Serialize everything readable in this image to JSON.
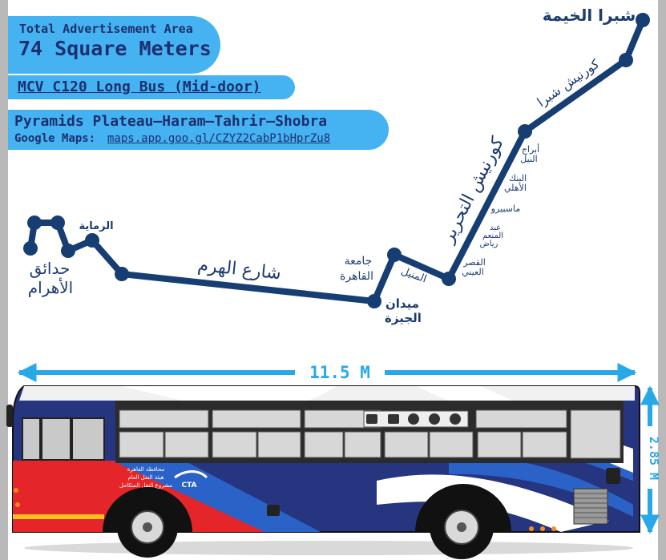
{
  "colors": {
    "route_line": "#173e72",
    "pill_bg": "#45b3f2",
    "dimension": "#29a8e8",
    "bus_navy": "#26357f",
    "bus_red": "#e4262a",
    "bus_blue": "#2a62c8"
  },
  "info": {
    "area_title": "Total Advertisement Area",
    "area_value": "74 Square Meters",
    "bus_model": "MCV C120 Long Bus (Mid-door)",
    "route_name": "Pyramids Plateau–Haram–Tahrir–Shobra",
    "maps_label": "Google Maps:",
    "maps_url": "maps.app.goo.gl/CZYZ2CabP1bHprZu8"
  },
  "map": {
    "stops": {
      "shubra_khaima": "شبرا الخيمة",
      "corniche_shubra": "كورنيش شبرا",
      "corniche_tahrir": "كورنيش التحرير",
      "nile_towers_1": "أبراج",
      "nile_towers_2": "النيل",
      "ahly_bank_1": "البنك",
      "ahly_bank_2": "الأهلي",
      "maspero": "ماسبيرو",
      "abdel_moneim_1": "عبد",
      "abdel_moneim_2": "المنعم",
      "abdel_moneim_3": "رياض",
      "qasr_aini_1": "القصر",
      "qasr_aini_2": "العيني",
      "manial": "المنيل",
      "cairo_univ_1": "جامعة",
      "cairo_univ_2": "القاهرة",
      "giza_square_1": "ميدان",
      "giza_square_2": "الجيزة",
      "haram_street": "شارع الهرم",
      "remaya": "الرماية",
      "haram_gardens_1": "حدائق",
      "haram_gardens_2": "الأهرام"
    }
  },
  "bus": {
    "length_label": "11.5 M",
    "height_label": "2.85 M",
    "door_text_1": "محافظة القاهرة",
    "door_text_2": "هيئة النقل العام",
    "door_text_3": "مشروع النقل المتكامل",
    "logo_text": "CTA"
  }
}
